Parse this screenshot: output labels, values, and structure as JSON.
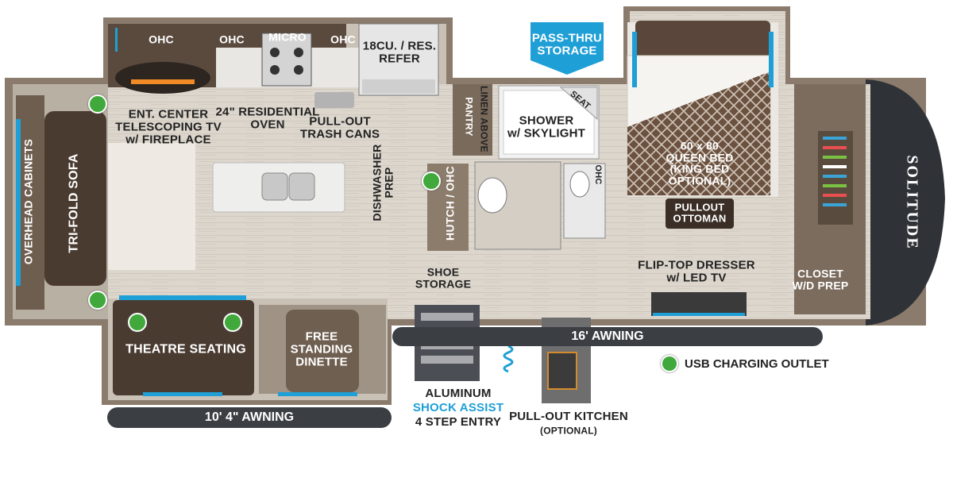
{
  "plan": {
    "labels": {
      "ohc_left": "OHC",
      "ohc_mid": "OHC",
      "micro": "MICRO",
      "ohc_right": "OHC",
      "refer": [
        "18CU. / RES.",
        "REFER"
      ],
      "pass_thru": [
        "PASS-THRU",
        "STORAGE"
      ],
      "ent_center": [
        "ENT. CENTER",
        "TELESCOPING TV",
        "w/ FIREPLACE"
      ],
      "oven": [
        "24\" RESIDENTIAL",
        "OVEN"
      ],
      "trash": [
        "PULL-OUT",
        "TRASH CANS"
      ],
      "pantry": "PANTRY",
      "linen": "LINEN ABOVE",
      "shower": [
        "SHOWER",
        "w/ SKYLIGHT"
      ],
      "seat": "SEAT",
      "bed": [
        "60 x 80",
        "QUEEN BED",
        "(KING BED",
        "OPTIONAL)"
      ],
      "ottoman": [
        "PULLOUT",
        "OTTOMAN"
      ],
      "overhead_cabinets": "OVERHEAD CABINETS",
      "sofa": "TRI-FOLD SOFA",
      "dishwasher": [
        "DISHWASHER",
        "PREP"
      ],
      "hutch": "HUTCH / OHC",
      "ohc_bath": "OHC",
      "shoe": [
        "SHOE",
        "STORAGE"
      ],
      "dresser": [
        "FLIP-TOP DRESSER",
        "w/ LED TV"
      ],
      "closet": [
        "CLOSET",
        "W/D PREP"
      ],
      "theatre": "THEATRE SEATING",
      "dinette": [
        "FREE",
        "STANDING",
        "DINETTE"
      ],
      "aluminum": "ALUMINUM",
      "shock_assist": "SHOCK ASSIST",
      "step_entry": "4 STEP ENTRY",
      "pullout_kitchen": "PULL-OUT KITCHEN",
      "optional": "(OPTIONAL)",
      "brand": "SOLITUDE"
    },
    "awnings": {
      "rear": "10' 4\" AWNING",
      "side": "16' AWNING"
    },
    "legend": {
      "usb": "USB CHARGING OUTLET"
    },
    "colors": {
      "wall": "#8a7b6c",
      "floor": "#d9d3ca",
      "dark_furniture": "#4a3b31",
      "counter": "#ececea",
      "accent_blue": "#1e9fd6",
      "usb_green": "#41a83b",
      "awning": "#3b3f44"
    }
  }
}
